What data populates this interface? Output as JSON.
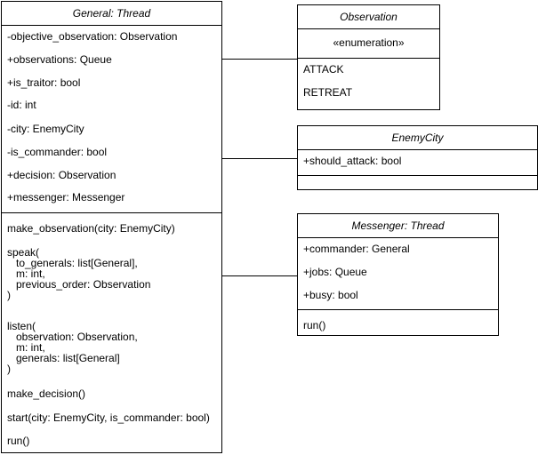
{
  "general": {
    "title": "General: Thread",
    "attributes": [
      "-objective_observation: Observation",
      "+observations: Queue",
      "+is_traitor: bool",
      "-id: int",
      "-city: EnemyCity",
      "-is_commander: bool",
      "+decision: Observation",
      "+messenger: Messenger"
    ],
    "methods": [
      "make_observation(city: EnemyCity)",
      "speak(\n   to_generals: list[General],\n   m: int,\n   previous_order: Observation\n)",
      "listen(\n   observation: Observation,\n   m: int,\n   generals: list[General]\n)",
      "make_decision()",
      "start(city: EnemyCity, is_commander: bool)",
      "run()"
    ]
  },
  "observation": {
    "title": "Observation",
    "stereotype": "«enumeration»",
    "values": [
      "ATTACK",
      "RETREAT"
    ]
  },
  "enemycity": {
    "title": "EnemyCity",
    "attributes": [
      "+should_attack: bool"
    ]
  },
  "messenger": {
    "title": "Messenger: Thread",
    "attributes": [
      "+commander: General",
      "+jobs: Queue",
      "+busy: bool"
    ],
    "methods": [
      "run()"
    ]
  }
}
